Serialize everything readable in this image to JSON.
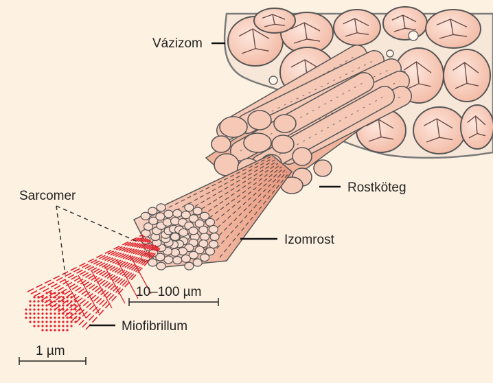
{
  "labels": {
    "vazizom": "Vázizom",
    "rostkoteg": "Rostköteg",
    "izomrost": "Izomrost",
    "sarcomer": "Sarcomer",
    "miofibrillum": "Miofibrillum"
  },
  "scales": {
    "fiber": "10–100 µm",
    "myofibril": "1 µm"
  },
  "colors": {
    "background": "#fdf1e2",
    "tissue_fill": "#f6c9b8",
    "tissue_stroke": "#555555",
    "fiber_fill": "#f4c3af",
    "myofibril_red": "#e0202a",
    "label_text": "#222222"
  }
}
